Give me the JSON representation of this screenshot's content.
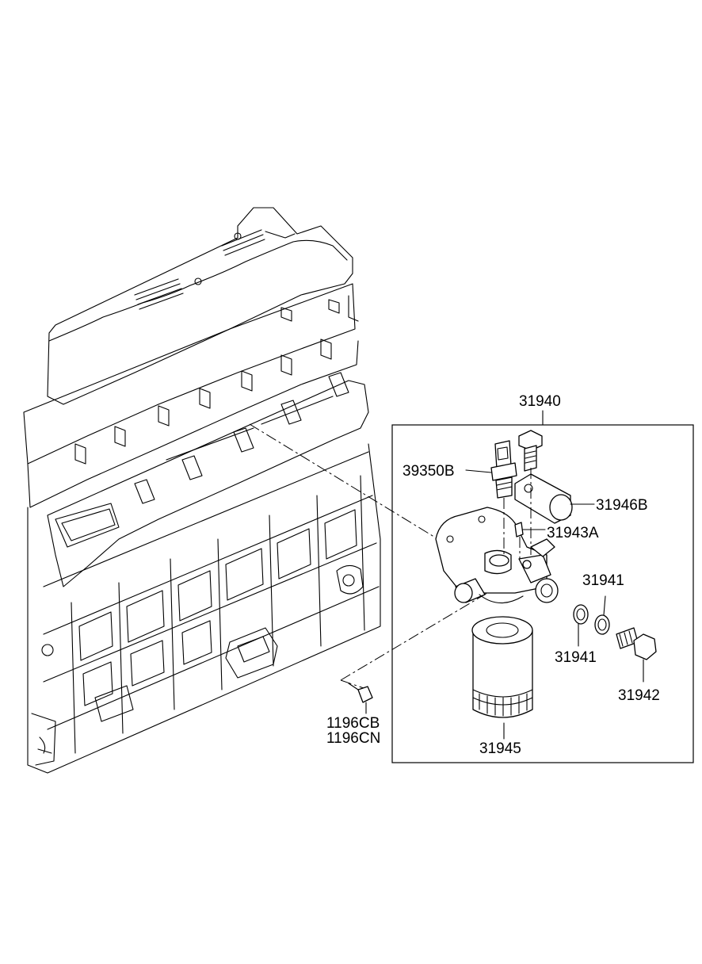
{
  "parts": {
    "assembly": "31940",
    "sensor": "39350B",
    "union": "31946B",
    "plug": "31943A",
    "gasket_upper": "31941",
    "gasket_lower": "31941",
    "bolt": "31942",
    "filter": "31945",
    "bolt_a": "1196CB",
    "bolt_b": "1196CN"
  }
}
